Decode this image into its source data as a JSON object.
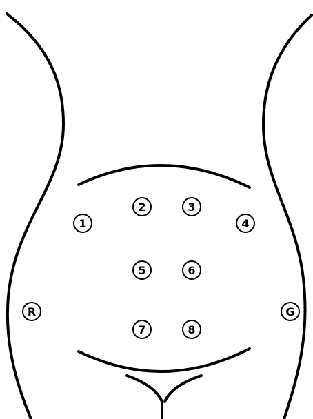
{
  "diagram": {
    "colors": {
      "stroke": "#000000",
      "background": "#ffffff"
    },
    "markers": {
      "m1": "1",
      "m2": "2",
      "m3": "3",
      "m4": "4",
      "m5": "5",
      "m6": "6",
      "m7": "7",
      "m8": "8",
      "right_side": "R",
      "left_side": "G"
    }
  }
}
